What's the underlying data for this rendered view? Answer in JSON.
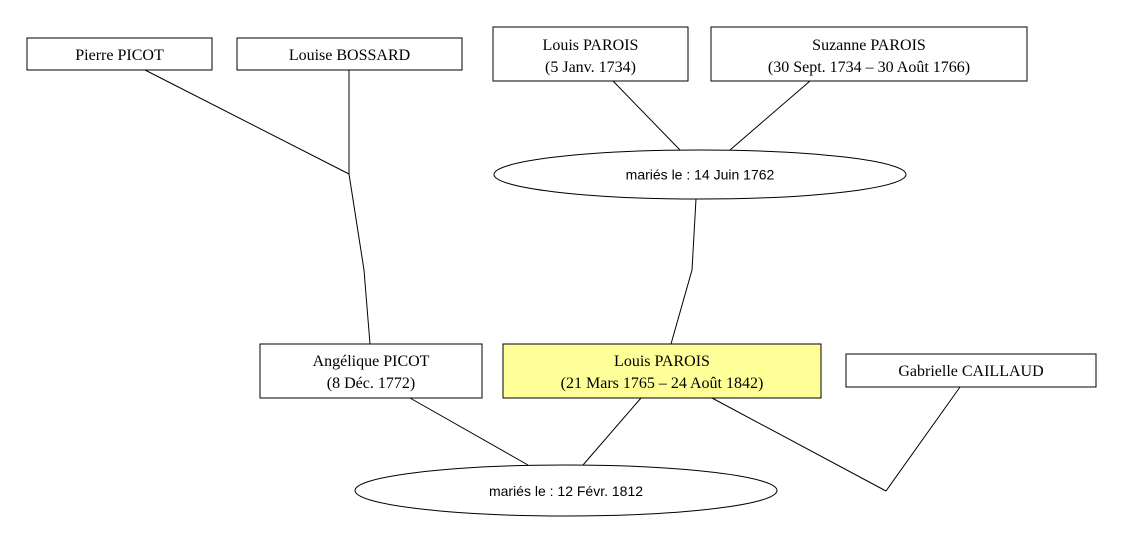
{
  "persons": {
    "pierre_picot": {
      "name": "Pierre PICOT"
    },
    "louise_bossard": {
      "name": "Louise BOSSARD"
    },
    "louis_parois_father": {
      "name": "Louis PAROIS",
      "dates": "(5 Janv. 1734)"
    },
    "suzanne_parois": {
      "name": "Suzanne PAROIS",
      "dates": "(30 Sept. 1734 – 30 Août 1766)"
    },
    "angelique_picot": {
      "name": "Angélique PICOT",
      "dates": "(8 Déc. 1772)"
    },
    "louis_parois": {
      "name": "Louis PAROIS",
      "dates": "(21 Mars 1765 – 24 Août 1842)"
    },
    "gabrielle_caillaud": {
      "name": "Gabrielle CAILLAUD"
    }
  },
  "marriages": {
    "parents": {
      "label": "mariés le : 14 Juin 1762"
    },
    "self": {
      "label": "mariés le : 12 Févr. 1812"
    }
  },
  "colors": {
    "highlight": "#ffff99",
    "stroke": "#000000",
    "background": "#ffffff"
  }
}
